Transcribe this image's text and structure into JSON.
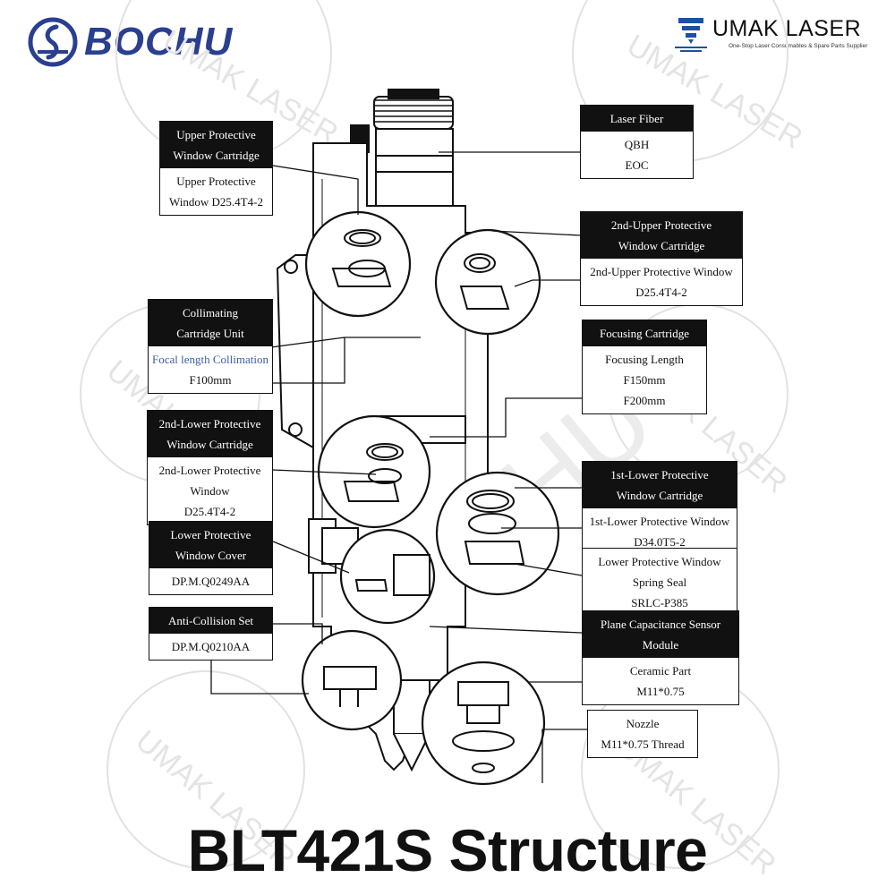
{
  "brand_left": "BOCHU",
  "brand_right": {
    "name": "UMAK LASER",
    "slogan": "One-Stop Laser Consumables & Spare Parts Supplier"
  },
  "watermark": [
    "UMAK LASER",
    "BOCHU"
  ],
  "title": "BLT421S Structure",
  "labels": {
    "laser_fiber": {
      "header": [
        "Laser Fiber"
      ],
      "body": [
        "QBH",
        "EOC"
      ]
    },
    "upper_window": {
      "header": [
        "Upper Protective",
        "Window Cartridge"
      ],
      "body": [
        "Upper Protective",
        "Window D25.4T4-2"
      ]
    },
    "upper2_window": {
      "header": [
        "2nd-Upper Protective",
        "Window Cartridge"
      ],
      "body": [
        "2nd-Upper Protective Window",
        "D25.4T4-2"
      ]
    },
    "collimating": {
      "header": [
        "Collimating",
        "Cartridge Unit"
      ],
      "body": [
        "Focal length Collimation",
        "F100mm"
      ]
    },
    "focusing": {
      "header": [
        "Focusing Cartridge"
      ],
      "body": [
        "Focusing Length",
        "F150mm",
        "F200mm"
      ]
    },
    "lower2_window": {
      "header": [
        "2nd-Lower Protective",
        "Window Cartridge"
      ],
      "body": [
        "2nd-Lower Protective",
        "Window",
        "D25.4T4-2"
      ]
    },
    "lower1_window": {
      "header": [
        "1st-Lower Protective",
        "Window Cartridge"
      ],
      "body": [
        "1st-Lower Protective Window",
        "D34.0T5-2"
      ]
    },
    "spring_seal": {
      "header": [],
      "body": [
        "Lower Protective Window",
        "Spring Seal",
        "SRLC-P385"
      ]
    },
    "lower_cover": {
      "header": [
        "Lower Protective",
        "Window Cover"
      ],
      "body": [
        "DP.M.Q0249AA"
      ]
    },
    "anti_collision": {
      "header": [
        "Anti-Collision Set"
      ],
      "body": [
        "DP.M.Q0210AA"
      ]
    },
    "capacitance": {
      "header": [
        "Plane Capacitance Sensor",
        "Module"
      ],
      "body": [
        "Ceramic Part",
        "M11*0.75"
      ]
    },
    "nozzle": {
      "header": [],
      "body": [
        "Nozzle",
        "M11*0.75 Thread"
      ]
    }
  },
  "colors": {
    "brand_blue": "#2a3f8f",
    "ink": "#111111",
    "watermark": "#d9d9d9"
  },
  "icons": [
    "bochu-logo-icon",
    "umak-laser-logo-icon"
  ]
}
